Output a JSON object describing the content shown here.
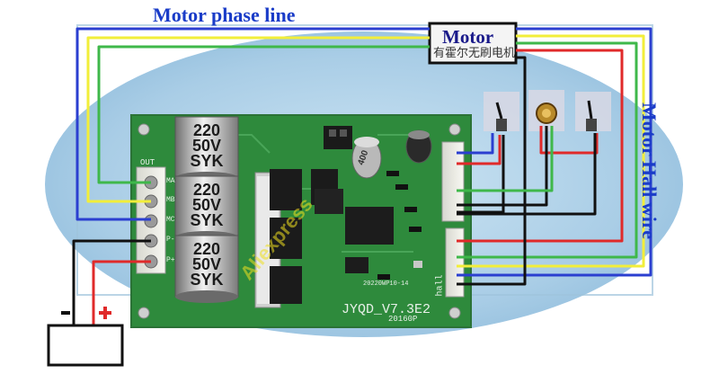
{
  "labels": {
    "phase_line": "Motor phase line",
    "motor": "Motor",
    "hall_wire": "Motor Hall wire",
    "motor_chinese": "有霍尔无刷电机",
    "power_minus": "-",
    "power_plus": "+"
  },
  "board": {
    "model": "JYQD_V7.3E2",
    "date_code": "20160P",
    "serial": "20220WP10-14",
    "out_header": "OUT",
    "hall_header": "hall",
    "pins": [
      "MA",
      "MB",
      "MC",
      "P-",
      "P+"
    ],
    "capacitors": [
      {
        "l1": "220",
        "l2": "50V",
        "l3": "SYK"
      },
      {
        "l1": "220",
        "l2": "50V",
        "l3": "SYK"
      },
      {
        "l1": "220",
        "l2": "50V",
        "l3": "SYK"
      }
    ],
    "small_cap": "400"
  },
  "watermark": "Aliexpress",
  "colors": {
    "label_blue": "#1a3cc8",
    "wire_blue": "#2b3fd0",
    "wire_yellow": "#f2ee3a",
    "wire_green": "#3fb84a",
    "wire_red": "#e02a2a",
    "wire_black": "#111111",
    "pcb_green": "#2e8a3c",
    "background_blue": "#a9cde6"
  }
}
